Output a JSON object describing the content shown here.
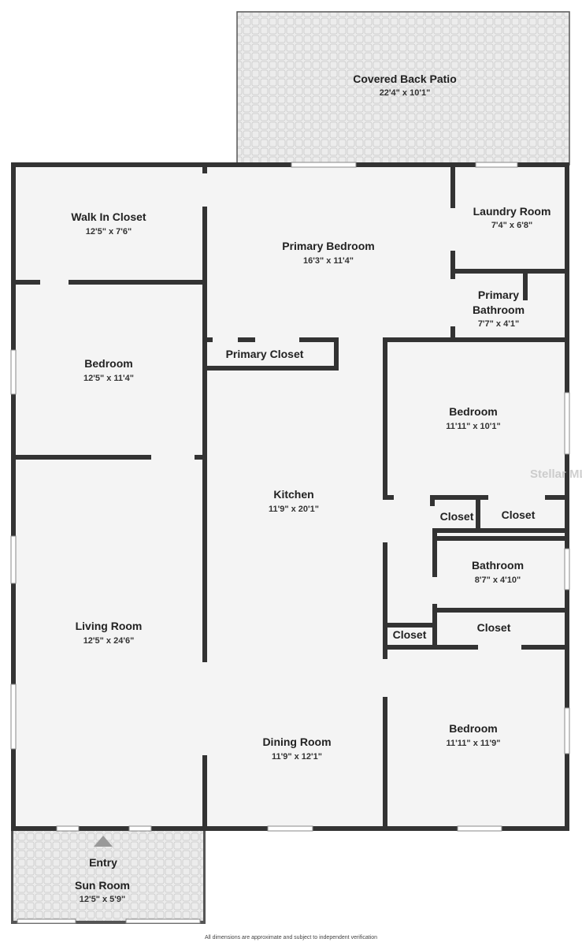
{
  "rooms": [
    {
      "name": "Covered Back Patio",
      "dim": "22'4\" x 10'1\""
    },
    {
      "name": "Walk In Closet",
      "dim": "12'5\" x 7'6\""
    },
    {
      "name": "Primary Bedroom",
      "dim": "16'3\" x 11'4\""
    },
    {
      "name": "Laundry Room",
      "dim": "7'4\" x 6'8\""
    },
    {
      "name": "Primary",
      "name2": "Bathroom",
      "dim": "7'7\" x 4'1\""
    },
    {
      "name": "Bedroom",
      "dim": "12'5\" x 11'4\""
    },
    {
      "name": "Primary Closet",
      "dim": ""
    },
    {
      "name": "Bedroom",
      "dim": "11'11\" x 10'1\""
    },
    {
      "name": "Kitchen",
      "dim": "11'9\" x 20'1\""
    },
    {
      "name": "Closet",
      "dim": ""
    },
    {
      "name": "Closet",
      "dim": ""
    },
    {
      "name": "Bathroom",
      "dim": "8'7\" x 4'10\""
    },
    {
      "name": "Living Room",
      "dim": "12'5\" x 24'6\""
    },
    {
      "name": "Closet",
      "dim": ""
    },
    {
      "name": "Closet",
      "dim": ""
    },
    {
      "name": "Dining Room",
      "dim": "11'9\" x 12'1\""
    },
    {
      "name": "Bedroom",
      "dim": "11'11\" x 11'9\""
    },
    {
      "name": "Entry",
      "dim": ""
    },
    {
      "name": "Sun Room",
      "dim": "12'5\" x 5'9\""
    }
  ],
  "watermark": "Stellar MLS",
  "disclaimer": "All dimensions are approximate and subject to independent verification",
  "colors": {
    "wall": "#333333",
    "floor": "#f4f4f4",
    "patio": "#ececec",
    "tile_line": "#d2d2d2"
  }
}
